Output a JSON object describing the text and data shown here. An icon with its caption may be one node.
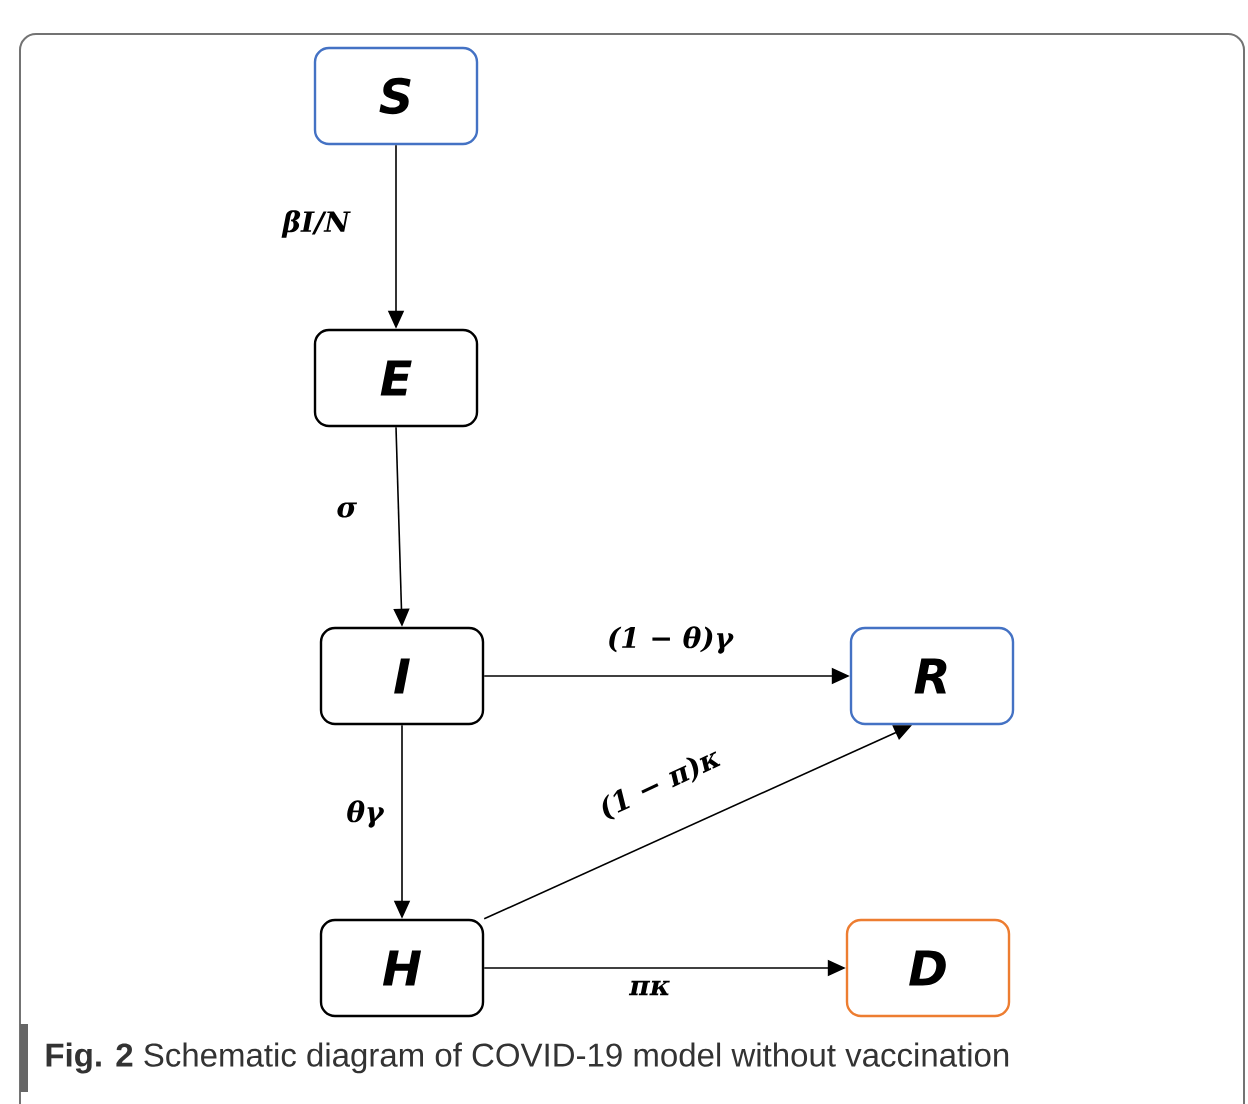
{
  "diagram": {
    "caption": "**Fig. 2** Schematic diagram of COVID-19 model without vaccination",
    "nodes": [
      {
        "text": [
          "S"
        ]
      },
      {
        "text": [
          "E"
        ]
      },
      {
        "text": [
          "I"
        ]
      },
      {
        "text": [
          "R"
        ]
      },
      {
        "text": [
          "H"
        ]
      },
      {
        "text": [
          "D"
        ]
      }
    ],
    "edges": [
      {
        "from": 0,
        "to": 1,
        "arrow": "to",
        "label": "βI/N"
      },
      {
        "from": 1,
        "to": 2,
        "arrow": "to",
        "label": "σ"
      },
      {
        "from": 2,
        "to": 3,
        "arrow": "to",
        "label": "(1 − θ)γ"
      },
      {
        "from": 2,
        "to": 4,
        "arrow": "to",
        "label": "θγ"
      },
      {
        "from": 4,
        "to": 3,
        "arrow": "to",
        "label": "(1 − π)κ"
      },
      {
        "from": 4,
        "to": 5,
        "arrow": "to",
        "label": "πκ"
      }
    ]
  }
}
